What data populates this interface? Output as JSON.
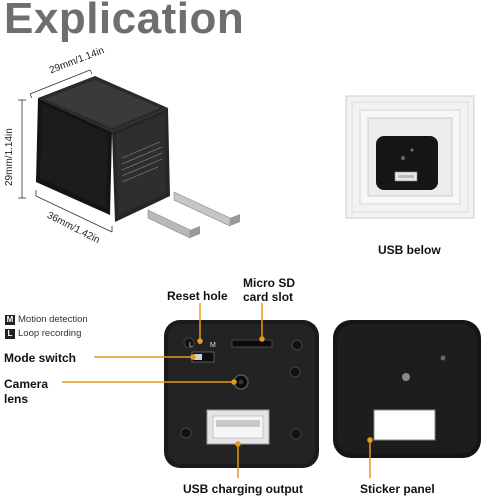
{
  "title": "Explication",
  "dimensions": {
    "width": "29mm/1.14in",
    "height": "29mm/1.14in",
    "depth": "36mm/1.42in"
  },
  "panel_caption": "USB below",
  "legend": [
    {
      "key": "M",
      "text": "Motion detection"
    },
    {
      "key": "L",
      "text": "Loop recording"
    }
  ],
  "callouts": {
    "reset_hole": "Reset hole",
    "micro_sd_line1": "Micro SD",
    "micro_sd_line2": "card slot",
    "mode_switch": "Mode switch",
    "camera_line1": "Camera",
    "camera_line2": "lens",
    "usb_output": "USB charging output",
    "sticker_panel": "Sticker panel"
  },
  "switch_marks": {
    "left": "L",
    "right": "M"
  },
  "colors": {
    "accent": "#e69a1e",
    "device": "#1b1b1b",
    "title": "#6e6e6e"
  },
  "icons": [
    "charger-adapter-image",
    "wall-socket-image",
    "camera-back-panel-image",
    "sticker-front-panel-image"
  ]
}
